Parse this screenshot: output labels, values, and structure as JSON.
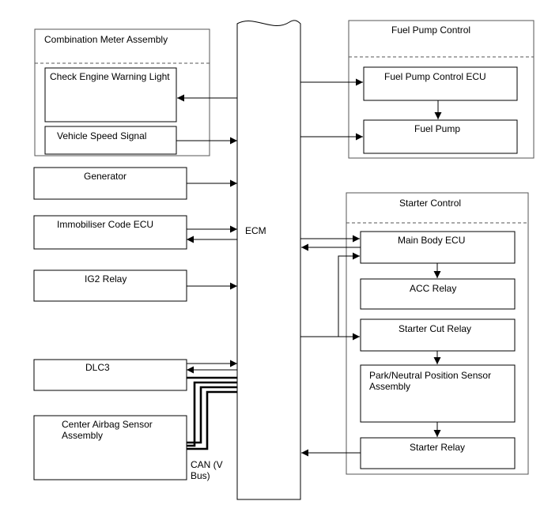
{
  "diagram": {
    "ecm": "ECM",
    "combination_meter": {
      "title": "Combination Meter Assembly",
      "check_engine": "Check Engine Warning Light",
      "vehicle_speed": "Vehicle Speed Signal"
    },
    "generator": "Generator",
    "immobiliser": "Immobiliser Code ECU",
    "ig2_relay": "IG2 Relay",
    "dlc3": "DLC3",
    "airbag": {
      "line1": "Center Airbag Sensor",
      "line2": "Assembly"
    },
    "can": {
      "line1": "CAN (V",
      "line2": "Bus)"
    },
    "fuel_pump_control": {
      "title": "Fuel Pump Control",
      "ecu": "Fuel Pump Control ECU",
      "pump": "Fuel Pump"
    },
    "starter_control": {
      "title": "Starter Control",
      "main_body": "Main Body ECU",
      "acc_relay": "ACC Relay",
      "starter_cut": "Starter Cut Relay",
      "park_neutral": {
        "line1": "Park/Neutral Position Sensor",
        "line2": "Assembly"
      },
      "starter_relay": "Starter Relay"
    }
  },
  "colors": {
    "line": "#000000",
    "group_border": "#555555",
    "background": "#ffffff"
  }
}
